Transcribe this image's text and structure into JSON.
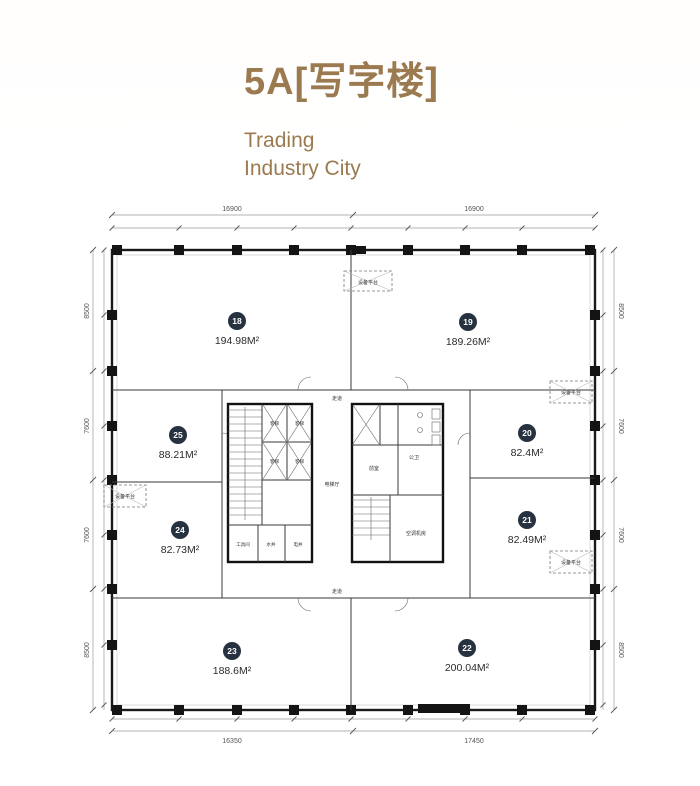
{
  "header": {
    "title": "5A[写字楼]",
    "subtitle_line1": "Trading",
    "subtitle_line2": "Industry City"
  },
  "plan": {
    "units": [
      {
        "id": "18",
        "area": "194.98M²"
      },
      {
        "id": "19",
        "area": "189.26M²"
      },
      {
        "id": "20",
        "area": "82.4M²"
      },
      {
        "id": "21",
        "area": "82.49M²"
      },
      {
        "id": "22",
        "area": "200.04M²"
      },
      {
        "id": "23",
        "area": "188.6M²"
      },
      {
        "id": "24",
        "area": "82.73M²"
      },
      {
        "id": "25",
        "area": "88.21M²"
      }
    ],
    "dims": {
      "top_left": "16900",
      "top_right": "16900",
      "bottom_left": "16350",
      "bottom_right": "17450",
      "left": [
        "8500",
        "7600",
        "7600",
        "8500"
      ],
      "right": [
        "8500",
        "7600",
        "7600",
        "8500"
      ]
    },
    "labels": {
      "equipment_platform": "设备平台",
      "elevator": "客梯",
      "elevator_hall": "电梯厅",
      "corridor": "走道",
      "toilet": "公卫",
      "ac_room": "空调机房",
      "front_room": "前室",
      "tool_room": "工具间",
      "water_shaft": "水井",
      "electric_shaft": "电井"
    },
    "colors": {
      "accent": "#9c7a50",
      "badge": "#26323f",
      "wall": "#1a1a1a"
    }
  }
}
